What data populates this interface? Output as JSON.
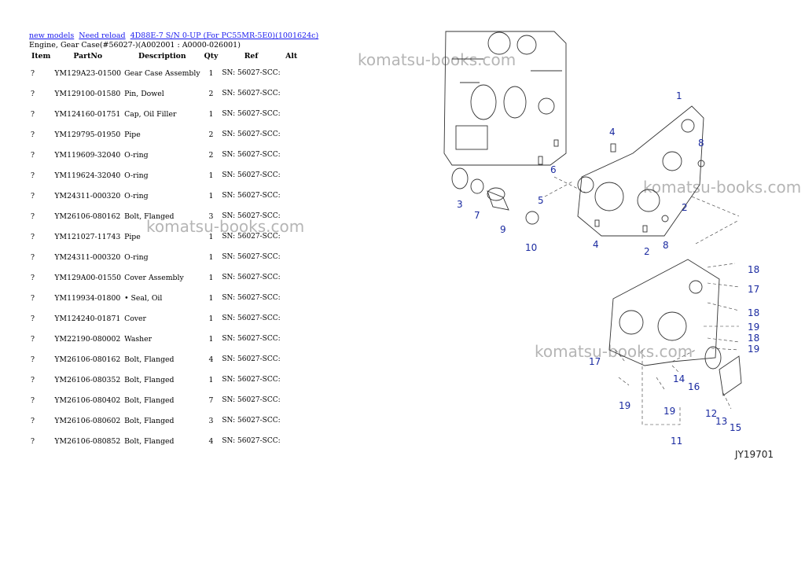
{
  "nav": {
    "links": [
      "new models",
      "Need reload",
      "4D88E-7 S/N 0-UP (For PC55MR-5E0)(1001624c)"
    ]
  },
  "subtitle": "Engine, Gear Case(#56027-)(A002001 : A0000-026001)",
  "table": {
    "headers": [
      "Item",
      "PartNo",
      "Description",
      "Qty",
      "Ref",
      "Alt"
    ],
    "rows": [
      {
        "item": "?",
        "part": "YM129A23-01500",
        "desc": "Gear Case Assembly",
        "qty": "1",
        "ref": "SN: 56027-SCC:"
      },
      {
        "item": "?",
        "part": "YM129100-01580",
        "desc": "Pin, Dowel",
        "qty": "2",
        "ref": "SN: 56027-SCC:"
      },
      {
        "item": "?",
        "part": "YM124160-01751",
        "desc": "Cap, Oil Filler",
        "qty": "1",
        "ref": "SN: 56027-SCC:"
      },
      {
        "item": "?",
        "part": "YM129795-01950",
        "desc": "Pipe",
        "qty": "2",
        "ref": "SN: 56027-SCC:"
      },
      {
        "item": "?",
        "part": "YM119609-32040",
        "desc": "O-ring",
        "qty": "2",
        "ref": "SN: 56027-SCC:"
      },
      {
        "item": "?",
        "part": "YM119624-32040",
        "desc": "O-ring",
        "qty": "1",
        "ref": "SN: 56027-SCC:"
      },
      {
        "item": "?",
        "part": "YM24311-000320",
        "desc": "O-ring",
        "qty": "1",
        "ref": "SN: 56027-SCC:"
      },
      {
        "item": "?",
        "part": "YM26106-080162",
        "desc": "Bolt, Flanged",
        "qty": "3",
        "ref": "SN: 56027-SCC:"
      },
      {
        "item": "?",
        "part": "YM121027-11743",
        "desc": "Pipe",
        "qty": "1",
        "ref": "SN: 56027-SCC:"
      },
      {
        "item": "?",
        "part": "YM24311-000320",
        "desc": "O-ring",
        "qty": "1",
        "ref": "SN: 56027-SCC:"
      },
      {
        "item": "?",
        "part": "YM129A00-01550",
        "desc": "Cover Assembly",
        "qty": "1",
        "ref": "SN: 56027-SCC:"
      },
      {
        "item": "?",
        "part": "YM119934-01800",
        "desc": "• Seal, Oil",
        "qty": "1",
        "ref": "SN: 56027-SCC:"
      },
      {
        "item": "?",
        "part": "YM124240-01871",
        "desc": "Cover",
        "qty": "1",
        "ref": "SN: 56027-SCC:"
      },
      {
        "item": "?",
        "part": "YM22190-080002",
        "desc": "Washer",
        "qty": "1",
        "ref": "SN: 56027-SCC:"
      },
      {
        "item": "?",
        "part": "YM26106-080162",
        "desc": "Bolt, Flanged",
        "qty": "4",
        "ref": "SN: 56027-SCC:"
      },
      {
        "item": "?",
        "part": "YM26106-080352",
        "desc": "Bolt, Flanged",
        "qty": "1",
        "ref": "SN: 56027-SCC:"
      },
      {
        "item": "?",
        "part": "YM26106-080402",
        "desc": "Bolt, Flanged",
        "qty": "7",
        "ref": "SN: 56027-SCC:"
      },
      {
        "item": "?",
        "part": "YM26106-080602",
        "desc": "Bolt, Flanged",
        "qty": "3",
        "ref": "SN: 56027-SCC:"
      },
      {
        "item": "?",
        "part": "YM26106-080852",
        "desc": "Bolt, Flanged",
        "qty": "4",
        "ref": "SN: 56027-SCC:"
      }
    ]
  },
  "watermark": "komatsu-books.com",
  "diagram": {
    "callouts": [
      "1",
      "2",
      "2",
      "3",
      "4",
      "4",
      "5",
      "6",
      "7",
      "8",
      "8",
      "9",
      "10",
      "11",
      "12",
      "13",
      "14",
      "15",
      "16",
      "17",
      "17",
      "18",
      "18",
      "18",
      "19",
      "19",
      "19",
      "19"
    ],
    "figure_id": "JY19701"
  }
}
